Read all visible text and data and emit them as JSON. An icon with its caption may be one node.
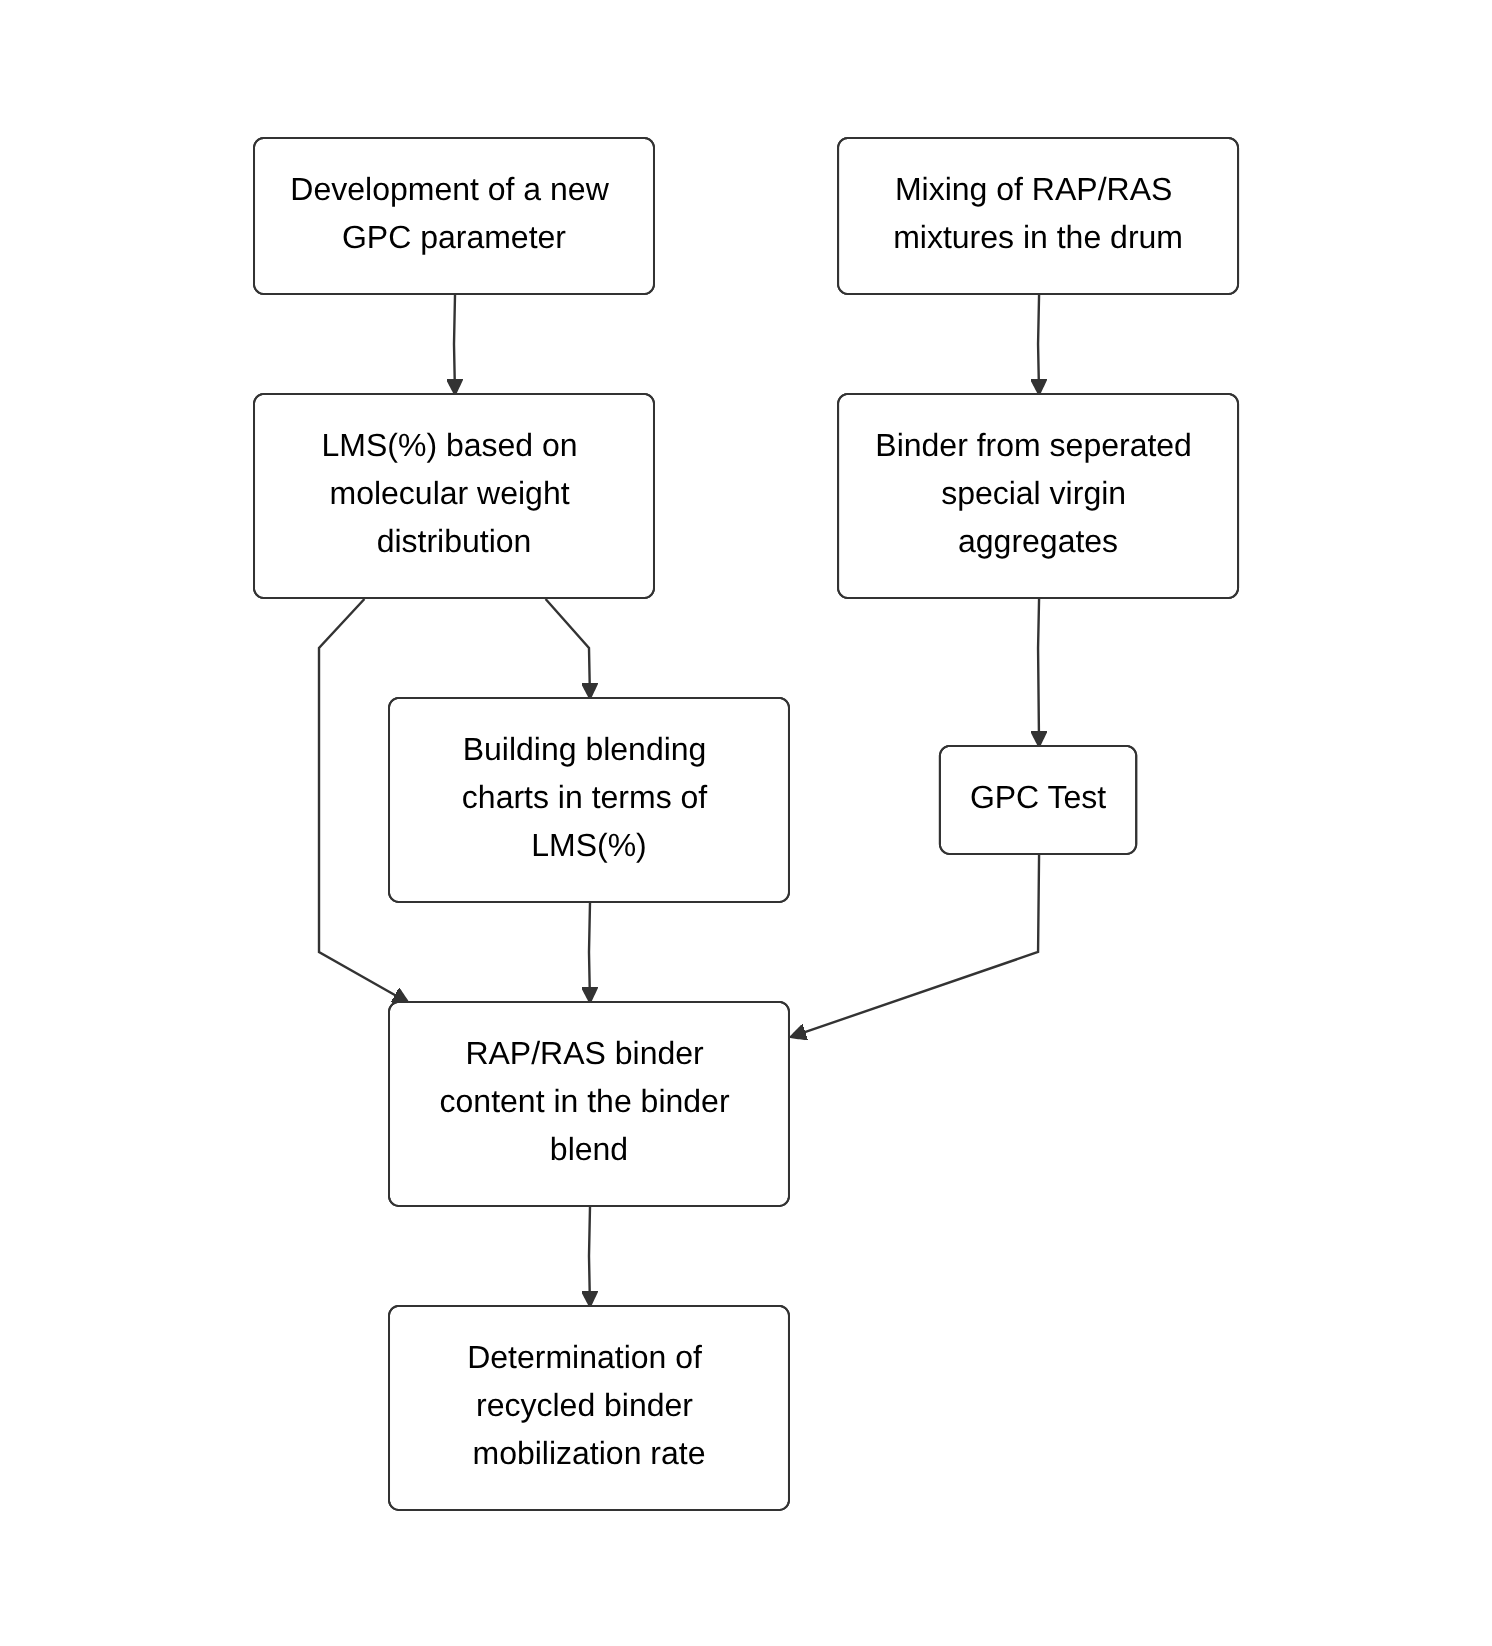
{
  "diagram": {
    "nodes": [
      {
        "text": [
          "Mixing of RAP/RAS mixtures in the drum"
        ]
      },
      {
        "text": [
          "Development of a new GPC parameter"
        ]
      },
      {
        "text": [
          "Binder from seperated special virgin aggregates"
        ]
      },
      {
        "text": [
          "LMS(%) based on molecular weight distribution"
        ]
      },
      {
        "text": [
          "Building blending charts in terms of LMS(%)"
        ]
      },
      {
        "text": [
          "GPC Test"
        ]
      },
      {
        "text": [
          "RAP/RAS binder content in the binder blend"
        ]
      },
      {
        "text": [
          "Determination of recycled binder mobilization rate"
        ]
      }
    ],
    "edges": [
      {
        "from": 0,
        "to": 2,
        "arrow": "to"
      },
      {
        "from": 1,
        "to": 3,
        "arrow": "to"
      },
      {
        "from": 2,
        "to": 5,
        "arrow": "to"
      },
      {
        "from": 3,
        "to": 4,
        "arrow": "to"
      },
      {
        "from": 3,
        "to": 6,
        "arrow": "to"
      },
      {
        "from": 4,
        "to": 6,
        "arrow": "to"
      },
      {
        "from": 5,
        "to": 6,
        "arrow": "to"
      },
      {
        "from": 6,
        "to": 7,
        "arrow": "to"
      }
    ]
  }
}
